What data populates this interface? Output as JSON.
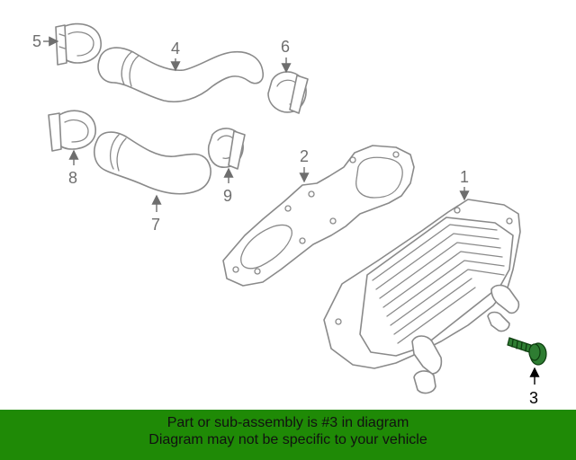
{
  "callouts": {
    "c1": "1",
    "c2": "2",
    "c3": "3",
    "c4": "4",
    "c5": "5",
    "c6": "6",
    "c7": "7",
    "c8": "8",
    "c9": "9"
  },
  "highlighted_part": "3",
  "colors": {
    "banner": "#1f8a06",
    "highlight": "#2e7d32",
    "line": "#8a8a8a"
  },
  "banner": {
    "line1": "Part or sub-assembly is #3 in diagram",
    "line2": "Diagram may not be specific to your vehicle"
  }
}
